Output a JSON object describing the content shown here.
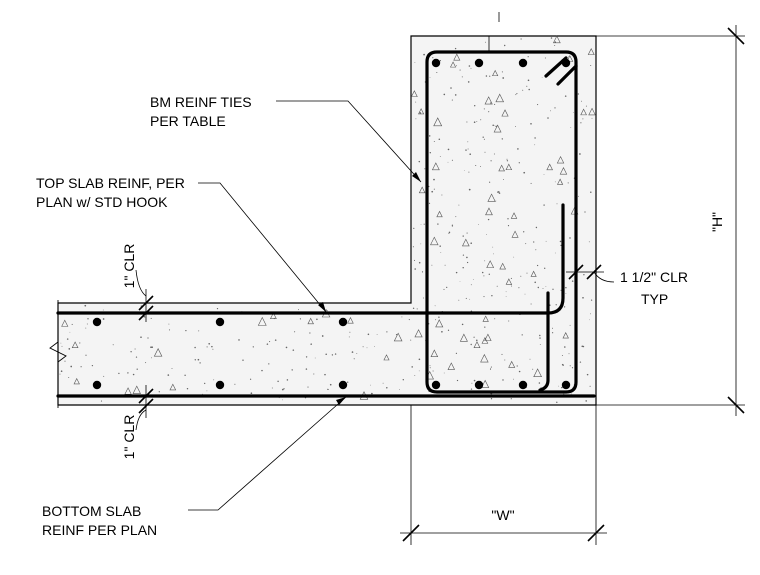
{
  "labels": {
    "beam_ties": [
      "BM REINF TIES",
      "PER TABLE"
    ],
    "top_slab": [
      "TOP SLAB REINF, PER",
      "PLAN w/ STD HOOK"
    ],
    "bottom_slab": [
      "BOTTOM SLAB",
      "REINF PER PLAN"
    ],
    "top_clr": "1\" CLR",
    "bottom_clr": "1\" CLR",
    "side_clr": [
      "1 1/2\" CLR",
      "TYP"
    ],
    "width_dim": "\"W\"",
    "height_dim": "\"H\""
  }
}
